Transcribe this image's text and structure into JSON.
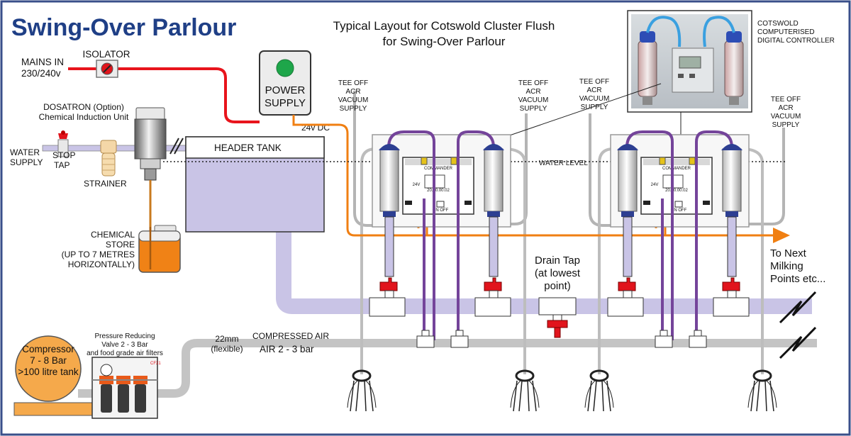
{
  "title": "Swing-Over Parlour",
  "subtitle_line1": "Typical Layout for Cotswold Cluster Flush",
  "subtitle_line2": "for Swing-Over Parlour",
  "mains_line1": "MAINS IN",
  "mains_line2": "230/240v",
  "isolator": "ISOLATOR",
  "power_line1": "POWER",
  "power_line2": "SUPPLY",
  "dc_label": "24v DC",
  "dosatron_line1": "DOSATRON (Option)",
  "dosatron_line2": "Chemical Induction Unit",
  "water_line1": "WATER",
  "water_line2": "SUPPLY",
  "stop_line1": "STOP",
  "stop_line2": "TAP",
  "strainer": "STRAINER",
  "header_tank": "HEADER TANK",
  "water_level": "WATER LEVEL",
  "chem_line1": "CHEMICAL",
  "chem_line2": "STORE",
  "chem_line3": "(UP TO 7 METRES",
  "chem_line4": "HORIZONTALLY)",
  "tee": [
    "TEE OFF",
    "ACR",
    "VACUUM",
    "SUPPLY"
  ],
  "controller_line1": "COTSWOLD",
  "controller_line2": "COMPUTERISED",
  "controller_line3": "DIGITAL CONTROLLER",
  "next_line1": "To Next",
  "next_line2": "Milking",
  "next_line3": "Points etc...",
  "drain_line1": "Drain Tap",
  "drain_line2": "(at lowest",
  "drain_line3": "point)",
  "compressor_line1": "Compressor",
  "compressor_line2": "7 - 8 Bar",
  "compressor_line3": ">100 litre tank",
  "prv_line1": "Pressure Reducing",
  "prv_line2": "Valve 2 - 3 Bar",
  "prv_line3": "and food grade air filters",
  "prv_tag": "CF21",
  "pipe_line1": "22mm",
  "pipe_line2": "(flexible)",
  "compressed_air": "COMPRESSED AIR",
  "air_pressure": "AIR 2 - 3 bar",
  "unit_readout": "20.00.00.02",
  "unit_code": "COMMANDER",
  "unit_volt": "24V",
  "unit_switch": "ON OFF",
  "colors": {
    "title": "#1f3f86",
    "mains_cable": "#e8141c",
    "dc_cable": "#f07f12",
    "water_pipe": "#c9c4e6",
    "header_tank": "#c9c4e6",
    "air_pipe": "#c4c4c4",
    "vacuum_hose": "#74449a",
    "valve": "#e1141c",
    "chemical": "#f08216",
    "compressor": "#f5a94b",
    "frame": "#3a4f8a"
  }
}
